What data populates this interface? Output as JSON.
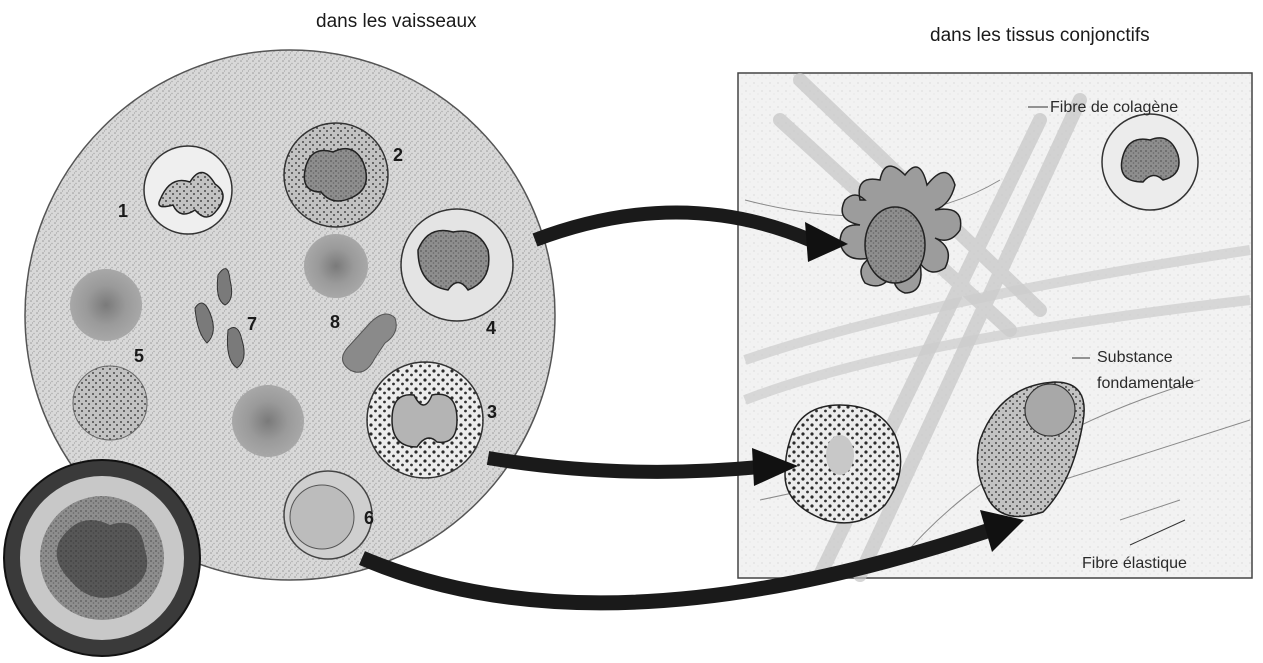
{
  "headings": {
    "vessels": "dans les vaisseaux",
    "tissues": "dans les tissus conjonctifs"
  },
  "cell_numbers": {
    "n1": "1",
    "n2": "2",
    "n3": "3",
    "n4": "4",
    "n5": "5",
    "n6": "6",
    "n7": "7",
    "n8": "8"
  },
  "tissue_labels": {
    "collagen": "Fibre de colagène",
    "ground_substance_line1": "Substance",
    "ground_substance_line2": "fondamentale",
    "elastic": "Fibre élastique"
  },
  "colors": {
    "ink": "#1a1a1a",
    "stipple_bg": "#d4d4d4",
    "cell_fill": "#bdbdbd"
  }
}
